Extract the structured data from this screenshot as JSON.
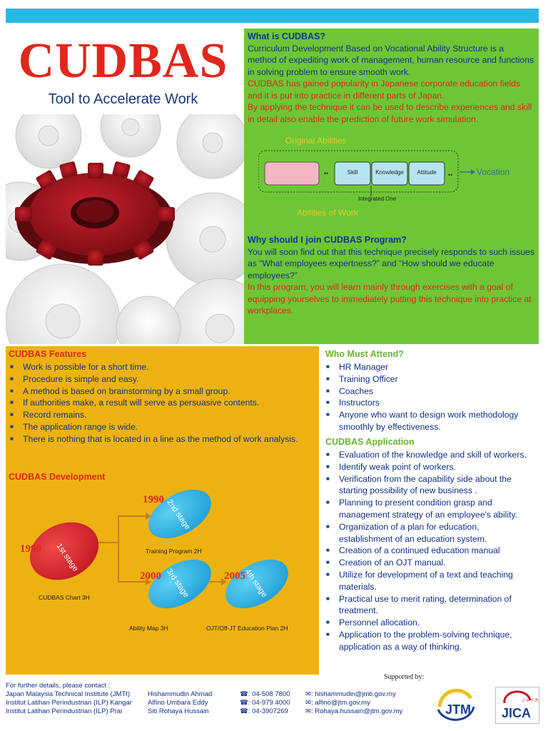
{
  "header": {
    "title": "CUDBAS",
    "subtitle": "Tool to Accelerate Work"
  },
  "what": {
    "heading": "What is CUDBAS?",
    "para1": "Curriculum Development Based on Vocational Ability Structure is a method of expediting work of management, human resource  and functions in solving problem to ensure smooth work.",
    "para2": "CUDBAS has gained popularity in Japanese corporate education fields and it is put into practice in different parts of Japan.",
    "para3": "By applying the technique  it can be used to describe experiences and skill in detail also enable the prediction of future work simulation."
  },
  "diagram": {
    "original_abilities": "Original Abilities",
    "skill": "Skill",
    "knowledge": "Knowledge",
    "attitude": "Attitude",
    "vocation": "Vocation",
    "integrated": "Integrated One",
    "abilities_of_work": "Abilities of Work"
  },
  "why": {
    "heading": "Why should I join CUDBAS Program?",
    "para1": "You will soon find out that this technique precisely responds to such issues as “What employees expertness?” and “How should we educate employees?”",
    "para2": "In this program, you will learn mainly through exercises with a goal of equipping yourselves to immediately putting this technique into practice at workplaces."
  },
  "features": {
    "heading": "CUDBAS Features",
    "items": [
      "Work is possible for a short time.",
      "Procedure is simple and easy.",
      "A method is based on brainstorming by a small group.",
      "If authorities make, a result will serve as persuasive contents.",
      "Record remains.",
      "The application range is wide.",
      "There is nothing that is located in a line as the method of work analysis."
    ]
  },
  "development": {
    "heading": "CUDBAS Development",
    "stages": [
      {
        "year": "1990",
        "label": "1st stage",
        "caption": "CUDBAS  Chart 3H"
      },
      {
        "year": "1990",
        "label": "2nd stage",
        "caption": "Training Program 2H"
      },
      {
        "year": "2000",
        "label": "3rd stage",
        "caption": "Ability Map 3H"
      },
      {
        "year": "2005",
        "label": "4th stage",
        "caption": "OJT/Off-JT  Education Plan 2H"
      }
    ]
  },
  "attend": {
    "heading": "Who Must Attend?",
    "items": [
      "HR Manager",
      "Training Officer",
      "Coaches",
      "Instructors",
      "Anyone who want to design work methodology smoothly by effectiveness."
    ]
  },
  "application": {
    "heading": "CUDBAS Application",
    "items": [
      "Evaluation of the knowledge and skill of workers.",
      "Identify weak point of workers.",
      "Verification from the capability side about the starting possibility of new business .",
      "Planning to present condition grasp and management strategy of an employee's ability.",
      "Organization of a plan for education, establishment of an education system.",
      "Creation of a continued education manual",
      "Creation of an OJT manual.",
      "Utilize for development of a text and teaching materials.",
      "Practical use to merit rating, determination of treatment.",
      "Personnel allocation.",
      "Application to the problem-solving technique, application as a way of thinking."
    ]
  },
  "footer": {
    "contact_label": "For further details, please contact :",
    "supported_by": "Supported by:",
    "contacts": [
      {
        "institute": "Japan Malaysia Technical Institute (JMTI)",
        "person": "Hishammudin Ahmad",
        "phone": ": 04-508 7800",
        "email": ": hishammudin@jmti.gov.my"
      },
      {
        "institute": "Institut Latihan Perindustrian (ILP) Kangar",
        "person": "Alfino Umbara Eddy",
        "phone": ": 04-979 4000",
        "email": ": alfino@jtm.gov.my"
      },
      {
        "institute": "Institut Latihan Perindustrian (ILP) Prai",
        "person": "Siti Rohaya Hussain",
        "phone": ": 04-3907269",
        "email": ": Rohaya.hussain@jtm.gov.my"
      }
    ],
    "logo1": "JTM",
    "logo2": "JICA",
    "logo2_sub": "ジャイカ"
  },
  "colors": {
    "accent_red": "#e0271c",
    "green_panel": "#6ec635",
    "orange_panel": "#edb212",
    "top_bar": "#29b8e6",
    "navy_text": "#12308a"
  }
}
